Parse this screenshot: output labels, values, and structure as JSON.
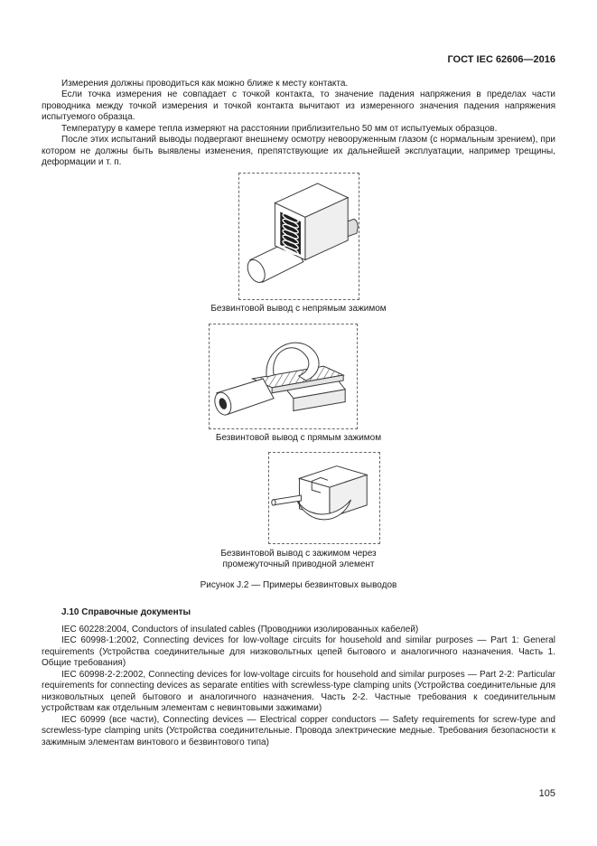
{
  "page": {
    "header": "ГОСТ IEC 62606—2016",
    "page_number": "105"
  },
  "paragraphs": [
    "Измерения должны проводиться как можно ближе к месту контакта.",
    "Если точка измерения не совпадает с точкой контакта, то значение падения напряжения в пределах части проводника между точкой измерения и точкой контакта вычитают из измеренного значения падения напряжения испытуемого образца.",
    "Температуру в камере тепла измеряют на расстоянии приблизительно 50 мм от испытуемых образцов.",
    "После этих испытаний выводы подвергают внешнему осмотру невооруженным глазом (с нормальным зрением), при котором не должны быть выявлены изменения, препятствующие их дальнейшей эксплуатации, например трещины, деформации и т. п."
  ],
  "figures": [
    {
      "caption": "Безвинтовой вывод с непрямым зажимом"
    },
    {
      "caption": "Безвинтовой вывод с прямым зажимом"
    },
    {
      "caption": "Безвинтовой вывод с зажимом  через промежуточный приводной элемент"
    }
  ],
  "figure_label": "Рисунок J.2 — Примеры безвинтовых выводов",
  "section": {
    "heading": "J.10  Справочные документы",
    "references": [
      "IEC 60228:2004, Conductors of insulated cables (Проводники изолированных кабелей)",
      "IEC 60998-1:2002, Connecting devices for low-voltage circuits for household and similar purposes — Part 1: General requirements (Устройства соединительные для низковольтных цепей бытового и аналогичного назначения. Часть 1. Общие требования)",
      "IEC 60998-2-2:2002, Connecting devices for low-voltage circuits for household and similar purposes — Part 2-2: Particular requirements for connecting devices as separate entities with screwless-type clamping units (Устройства соединительные для низковольтных цепей бытового и аналогичного назначения. Часть 2-2. Частные требования к соединительным устройствам как отдельным элементам с невинтовыми зажимами)",
      "IEC 60999 (все части), Connecting devices — Electrical copper conductors — Safety requirements for screw-type and screwless-type clamping units (Устройства соединительные. Провода электрические медные. Требования безопасности к зажимным элементам винтового и безвинтового типа)"
    ]
  }
}
